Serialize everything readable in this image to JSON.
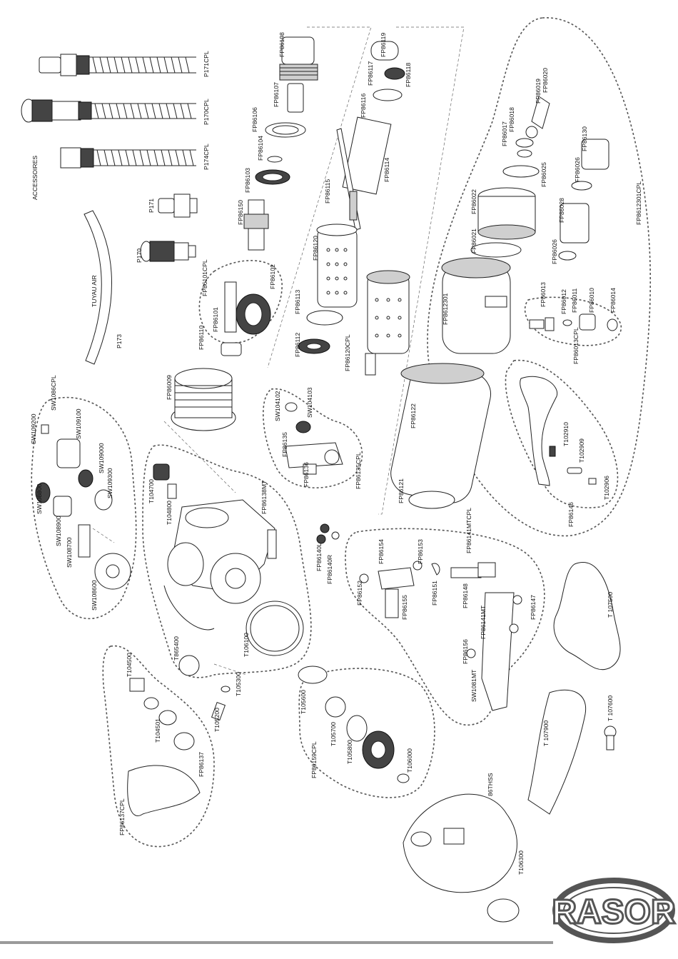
{
  "labels": {
    "accessories": {
      "accessoires": "ACCESSOIRES",
      "p171cpl": "P171CPL",
      "p170cpl": "P170CPL",
      "p174cpl": "P174CPL",
      "p171": "P171",
      "p170": "P170",
      "tuyau_air": "TUYAU AIR",
      "p173": "P173"
    },
    "center": {
      "fp86198": "FP86198",
      "fp86107": "FP86107",
      "fp86106": "FP86106",
      "fp86104": "FP86104",
      "fp86103": "FP86103",
      "fp86150": "FP86150",
      "fp86101cpl": "FP86101CPL",
      "fp86102": "FP86102",
      "fp86101": "FP86101",
      "fp86110": "FP86110",
      "fp86119": "FP86119",
      "fp86117": "FP86117",
      "fp86118": "FP86118",
      "fp86116": "FP86116",
      "fp86114": "FP86114",
      "fp86115": "FP86115",
      "fp86120": "FP86120",
      "fp86113": "FP86113",
      "fp86112": "FP86112",
      "fp86120cpl": "FP86120CPL",
      "fp86122": "FP86122",
      "fp86121": "FP86121",
      "fp86009": "FP86009",
      "fp86138mt": "FP86138MT",
      "sw104102": "SW104102",
      "sw104103": "SW104103",
      "fp86135": "FP86135",
      "fp86136": "FP86136",
      "fp86135cpl": "FP86135CPL"
    },
    "right": {
      "fp86020": "FP86020",
      "fp86019": "FP86019",
      "fp86018": "FP86018",
      "fp86017": "FP86017",
      "fp86025": "FP86025",
      "fp86022": "FP86022",
      "fp86021": "FP86021",
      "fp86130": "FP86130",
      "fp86026a": "FP86026",
      "fp86028": "FP86028",
      "fp86026b": "FP86026",
      "fp8612301cpl": "FP8612301CPL",
      "fp8612301": "FP8612301",
      "fp86013": "FP86013",
      "fp86012": "FP86012",
      "fp86011": "FP86011",
      "fp86010": "FP86010",
      "fp86014": "FP86014",
      "fp86013cpl": "FP86013CPL",
      "t102910": "T102910",
      "t102909": "T102909",
      "t102906": "T102906",
      "fp86146": "FP86146"
    },
    "left": {
      "sw1086cpl": "SW1086CPL",
      "sw109200": "SW109200",
      "sw109100": "SW109100",
      "sw109000": "SW109000",
      "sw109300": "SW109300",
      "sw108800": "SW108800",
      "sw108900": "SW108900",
      "sw108700": "SW108700",
      "sw108600": "SW108600"
    },
    "housing": {
      "t104700": "T104700",
      "t104800": "T104800",
      "t865400": "T865400",
      "t106100": "T106100",
      "t105300": "T105300",
      "t105200": "T105200",
      "t105600": "T105600",
      "fp86140l": "FP86140L",
      "fp86140r": "FP86140R"
    },
    "lever": {
      "fp86141mtcpl": "FP86141MTCPL",
      "fp86154": "FP86154",
      "fp86153": "FP86153",
      "fp86152": "FP86152",
      "fp86155": "FP86155",
      "fp86151": "FP86151",
      "fp86148": "FP86148",
      "fp86147": "FP86147",
      "fp86141mt": "FP86141MT",
      "fp86156": "FP86156",
      "sw1081mt": "SW1081MT"
    },
    "guard": {
      "t104500": "T104500",
      "t104501": "T104501",
      "fp86137": "FP86137",
      "fp86137cpl": "FP86137CPL"
    },
    "gear": {
      "t105700": "T105700",
      "t105800": "T105800",
      "t106000": "T106000",
      "fp86159cpl": "FP86159CPL"
    },
    "tools": {
      "t107500": "T 107500",
      "t107600": "T 107600",
      "t107900": "T 107900",
      "t86thss": "86THSS",
      "t106300": "T106300"
    }
  },
  "brand": {
    "logo_text": "RASOR"
  },
  "colors": {
    "line": "#222222",
    "group_outline": "#555555",
    "bar": "#9a9a9a"
  }
}
